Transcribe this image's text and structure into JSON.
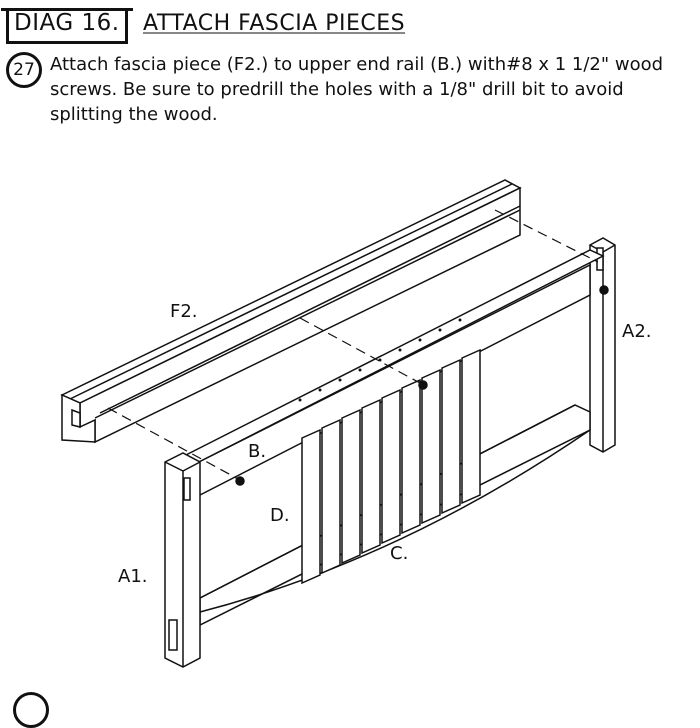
{
  "header": {
    "diagram_label": "DIAG 16.",
    "title": "ATTACH FASCIA PIECES"
  },
  "step": {
    "number": "27",
    "text": "Attach fascia piece (F2.) to upper end rail (B.) with#8 x 1 1/2\" wood screws.  Be sure to predrill the holes with a 1/8\" drill bit to avoid splitting the wood."
  },
  "part_labels": {
    "fascia": "F2.",
    "right_post": "A2.",
    "upper_rail": "B.",
    "slats": "D.",
    "lower_rail": "C.",
    "left_post": "A1."
  }
}
